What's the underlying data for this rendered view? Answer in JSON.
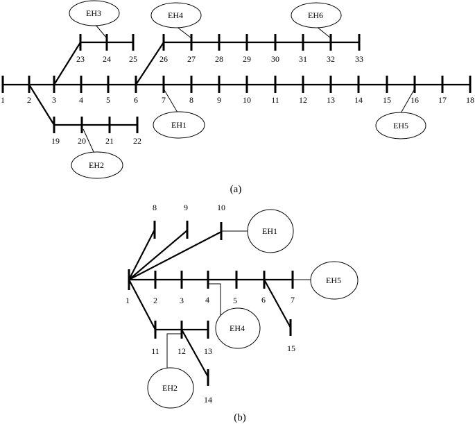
{
  "diagram_a": {
    "caption": "(a)",
    "bus_labels": [
      "1",
      "2",
      "3",
      "4",
      "5",
      "6",
      "7",
      "8",
      "9",
      "10",
      "11",
      "12",
      "13",
      "14",
      "15",
      "16",
      "17",
      "18",
      "19",
      "20",
      "21",
      "22",
      "23",
      "24",
      "25",
      "26",
      "27",
      "28",
      "29",
      "30",
      "31",
      "32",
      "33"
    ],
    "energy_hubs": [
      {
        "label": "EH1",
        "bus": "7"
      },
      {
        "label": "EH2",
        "bus": "20"
      },
      {
        "label": "EH3",
        "bus": "24"
      },
      {
        "label": "EH4",
        "bus": "27"
      },
      {
        "label": "EH5",
        "bus": "16"
      },
      {
        "label": "EH6",
        "bus": "32"
      }
    ]
  },
  "diagram_b": {
    "caption": "(b)",
    "bus_labels": [
      "1",
      "2",
      "3",
      "4",
      "5",
      "6",
      "7",
      "8",
      "9",
      "10",
      "11",
      "12",
      "13",
      "14",
      "15"
    ],
    "energy_hubs": [
      {
        "label": "EH1",
        "bus": "10"
      },
      {
        "label": "EH2",
        "bus": "12"
      },
      {
        "label": "EH4",
        "bus": "4"
      },
      {
        "label": "EH5",
        "bus": "7"
      }
    ]
  }
}
